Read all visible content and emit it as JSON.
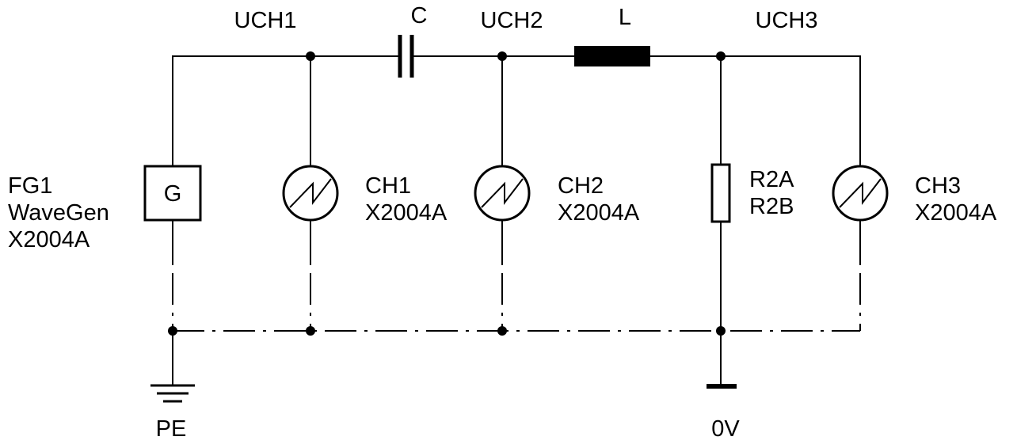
{
  "nodes": {
    "uch1": "UCH1",
    "uch2": "UCH2",
    "uch3": "UCH3"
  },
  "components": {
    "capacitor": "C",
    "inductor": "L",
    "generator_symbol": "G",
    "generator": [
      "FG1",
      "WaveGen",
      "X2004A"
    ],
    "ch1": [
      "CH1",
      "X2004A"
    ],
    "ch2": [
      "CH2",
      "X2004A"
    ],
    "resistor": [
      "R2A",
      "R2B"
    ],
    "ch3": [
      "CH3",
      "X2004A"
    ]
  },
  "grounds": {
    "pe": "PE",
    "zero_volt": "0V"
  },
  "colors": {
    "line": "#000000",
    "background": "#ffffff"
  }
}
